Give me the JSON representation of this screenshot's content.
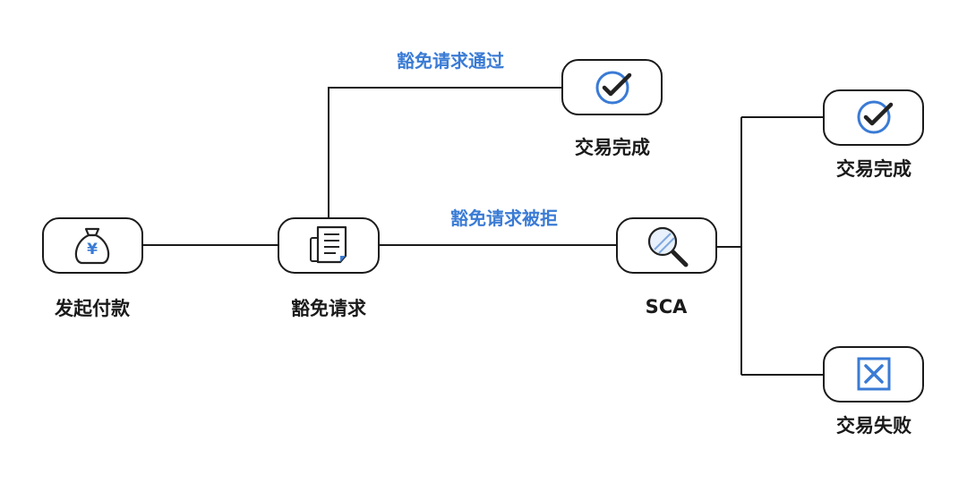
{
  "colors": {
    "accent": "#3a7bd5",
    "line": "#1a1a1a",
    "icon_dark": "#222222",
    "icon_light_fill": "#e8f1fc"
  },
  "nodes": {
    "initiate_payment": {
      "label": "发起付款",
      "icon": "money-bag-yen-icon"
    },
    "exemption_request": {
      "label": "豁免请求",
      "icon": "document-icon"
    },
    "sca": {
      "label": "SCA",
      "icon": "magnifier-icon"
    },
    "complete_top": {
      "label": "交易完成",
      "icon": "check-circle-icon"
    },
    "complete_right": {
      "label": "交易完成",
      "icon": "check-circle-icon"
    },
    "failed": {
      "label": "交易失败",
      "icon": "x-square-icon"
    }
  },
  "edges": {
    "approved": {
      "label": "豁免请求通过"
    },
    "rejected": {
      "label": "豁免请求被拒"
    }
  }
}
